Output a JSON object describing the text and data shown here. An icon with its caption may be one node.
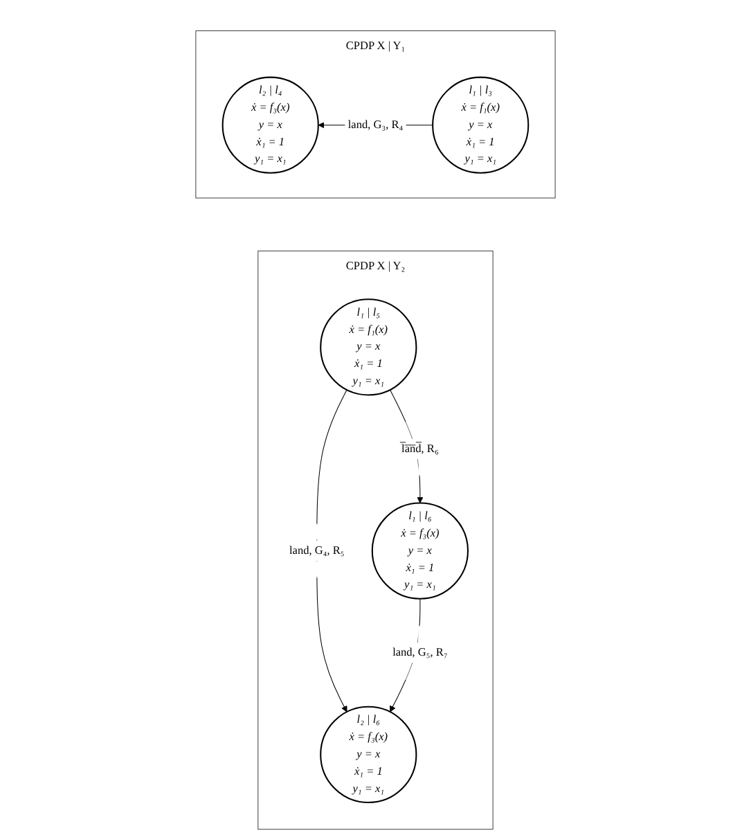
{
  "diagram": {
    "nodes": [
      {
        "text": [
          "CPDP X | Y₁"
        ]
      },
      {
        "text": [
          "l₂ | l₄",
          "ẋ = f₃(x)",
          "y = x",
          "ẋ₁ = 1",
          "y₁ = x₁"
        ],
        "in": 0
      },
      {
        "text": [
          "l₁ | l₃",
          "ẋ = f₁(x)",
          "y = x",
          "ẋ₁ = 1",
          "y₁ = x₁"
        ],
        "in": 0
      },
      {
        "text": [
          "CPDP X | Y₂"
        ]
      },
      {
        "text": [
          "l₁ | l₅",
          "ẋ = f₁(x)",
          "y = x",
          "ẋ₁ = 1",
          "y₁ = x₁"
        ],
        "in": 3
      },
      {
        "text": [
          "l₂ | l₆",
          "ẋ = f₃(x)",
          "y = x",
          "ẋ₁ = 1",
          "y₁ = x₁"
        ],
        "in": 3
      },
      {
        "text": [
          "l₁ | l₆",
          "ẋ = f₃(x)",
          "y = x",
          "ẋ₁ = 1",
          "y₁ = x₁"
        ],
        "in": 3
      }
    ],
    "edges": [
      {
        "from": 2,
        "to": 1,
        "arrow": "to",
        "label": "land, G₃, R₄"
      },
      {
        "from": 4,
        "to": 5,
        "arrow": "to",
        "label": "land, G₄, R₅"
      },
      {
        "from": 4,
        "to": 6,
        "arrow": "to",
        "label": "l̅a̅n̅d̅, R₆"
      },
      {
        "from": 6,
        "to": 5,
        "arrow": "to",
        "label": "land, G₅, R₇"
      }
    ]
  }
}
